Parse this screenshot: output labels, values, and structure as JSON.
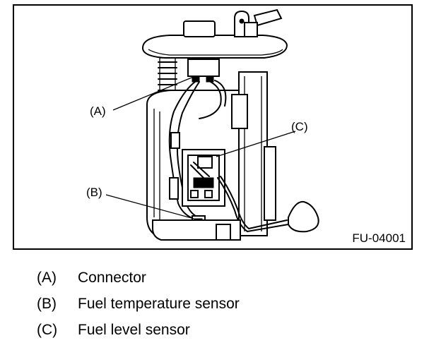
{
  "figure": {
    "code": "FU-04001",
    "callouts": [
      {
        "label": "(A)"
      },
      {
        "label": "(B)"
      },
      {
        "label": "(C)"
      }
    ]
  },
  "legend": [
    {
      "letter": "(A)",
      "text": "Connector"
    },
    {
      "letter": "(B)",
      "text": "Fuel temperature sensor"
    },
    {
      "letter": "(C)",
      "text": "Fuel level sensor"
    }
  ]
}
